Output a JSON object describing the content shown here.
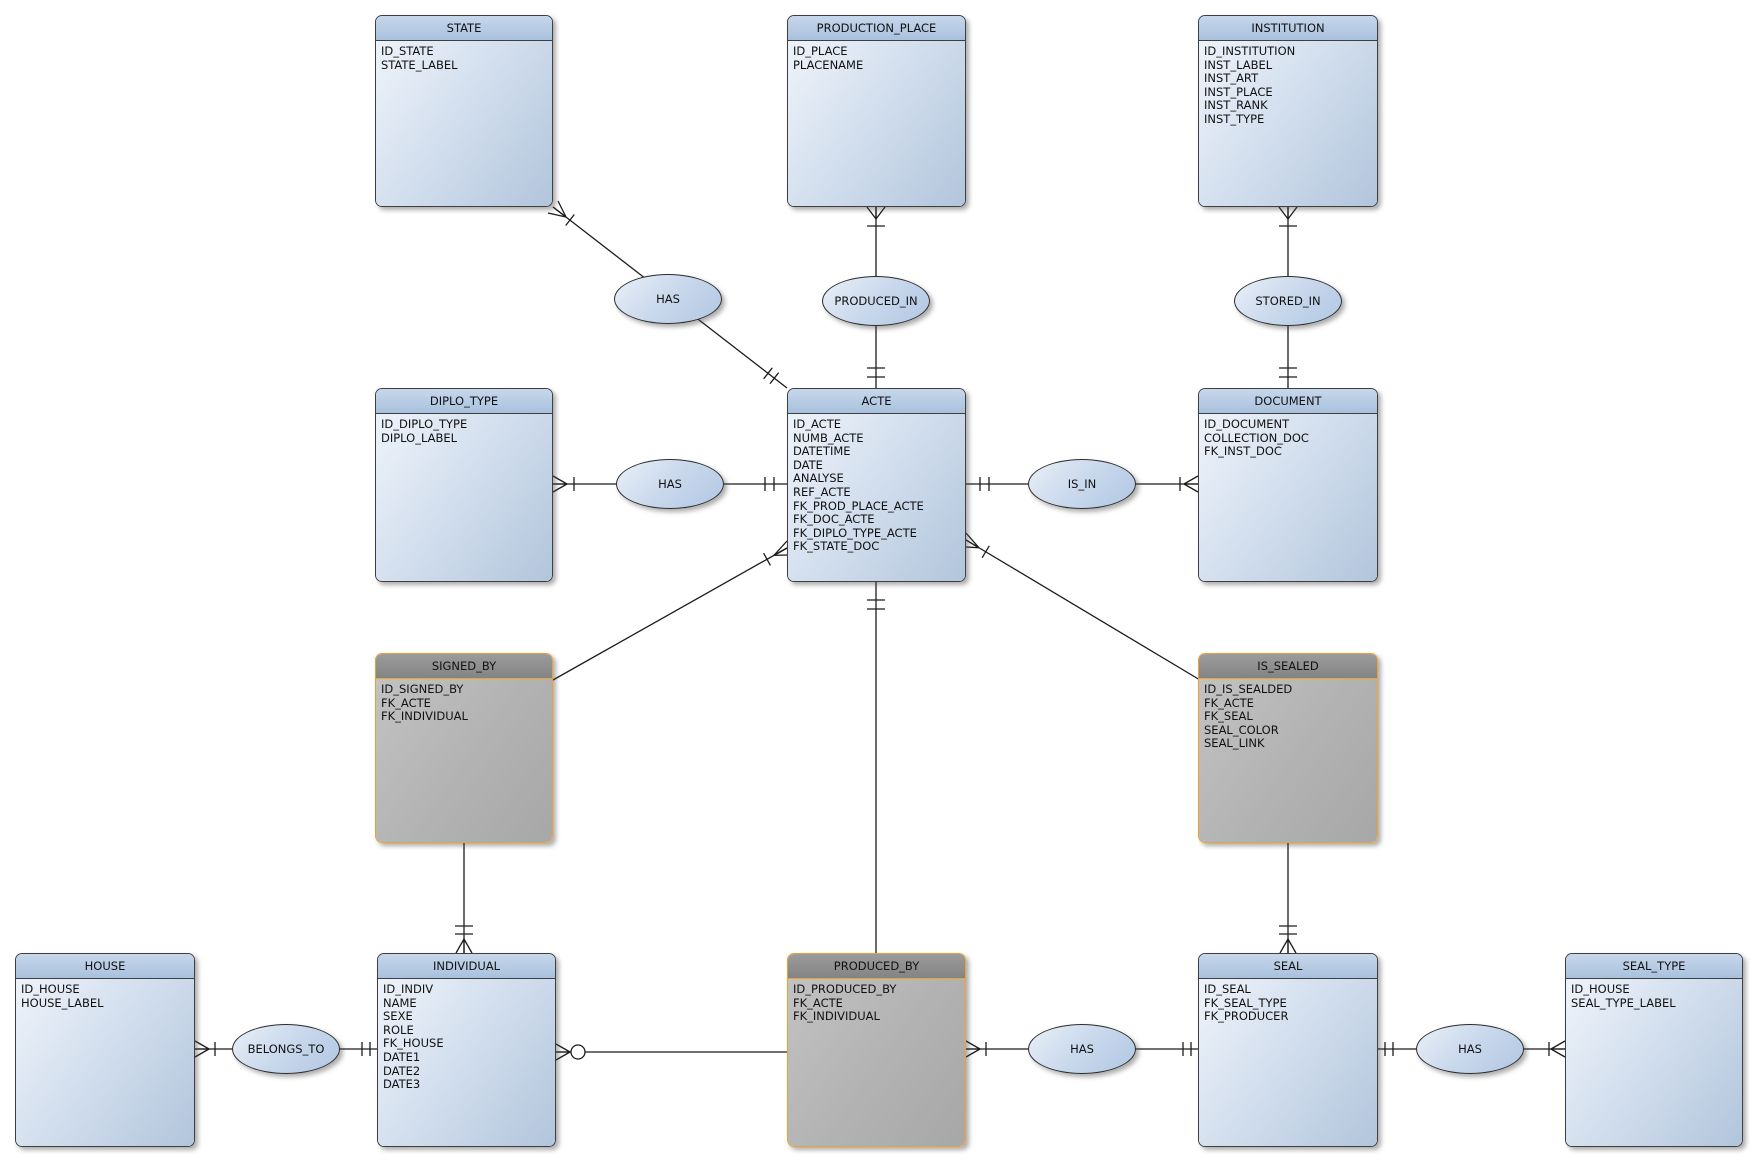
{
  "diagram": {
    "type": "entity-relationship",
    "colors": {
      "entity_header_blue": "#b9cde6",
      "entity_body_blue": "#d4e0ef",
      "entity_header_gray": "#8f8f8f",
      "entity_body_gray": "#b3b3b3",
      "associative_border_orange": "#f0a230",
      "connector_line": "#1c1c1c",
      "background": "#ffffff"
    },
    "entities": {
      "state": {
        "title": "STATE",
        "fields": [
          "ID_STATE",
          "STATE_LABEL"
        ]
      },
      "production_place": {
        "title": "PRODUCTION_PLACE",
        "fields": [
          "ID_PLACE",
          "PLACENAME"
        ]
      },
      "institution": {
        "title": "INSTITUTION",
        "fields": [
          "ID_INSTITUTION",
          "INST_LABEL",
          "INST_ART",
          "INST_PLACE",
          "INST_RANK",
          "INST_TYPE"
        ]
      },
      "diplo_type": {
        "title": "DIPLO_TYPE",
        "fields": [
          "ID_DIPLO_TYPE",
          "DIPLO_LABEL"
        ]
      },
      "acte": {
        "title": "ACTE",
        "fields": [
          "ID_ACTE",
          "NUMB_ACTE",
          "DATETIME",
          "DATE",
          "ANALYSE",
          "REF_ACTE",
          "FK_PROD_PLACE_ACTE",
          "FK_DOC_ACTE",
          "FK_DIPLO_TYPE_ACTE",
          "FK_STATE_DOC"
        ]
      },
      "document": {
        "title": "DOCUMENT",
        "fields": [
          "ID_DOCUMENT",
          "COLLECTION_DOC",
          "FK_INST_DOC"
        ]
      },
      "signed_by": {
        "title": "SIGNED_BY",
        "fields": [
          "ID_SIGNED_BY",
          "FK_ACTE",
          "FK_INDIVIDUAL"
        ]
      },
      "is_sealed": {
        "title": "IS_SEALED",
        "fields": [
          "ID_IS_SEALDED",
          "FK_ACTE",
          "FK_SEAL",
          "SEAL_COLOR",
          "SEAL_LINK"
        ]
      },
      "house": {
        "title": "HOUSE",
        "fields": [
          "ID_HOUSE",
          "HOUSE_LABEL"
        ]
      },
      "individual": {
        "title": "INDIVIDUAL",
        "fields": [
          "ID_INDIV",
          "NAME",
          "SEXE",
          "ROLE",
          "FK_HOUSE",
          "DATE1",
          "DATE2",
          "DATE3"
        ]
      },
      "produced_by": {
        "title": "PRODUCED_BY",
        "fields": [
          "ID_PRODUCED_BY",
          "FK_ACTE",
          "FK_INDIVIDUAL"
        ]
      },
      "seal": {
        "title": "SEAL",
        "fields": [
          "ID_SEAL",
          "FK_SEAL_TYPE",
          "FK_PRODUCER"
        ]
      },
      "seal_type": {
        "title": "SEAL_TYPE",
        "fields": [
          "ID_HOUSE",
          "SEAL_TYPE_LABEL"
        ]
      }
    },
    "relations": {
      "has_state_acte": {
        "label": "HAS"
      },
      "produced_in": {
        "label": "PRODUCED_IN"
      },
      "stored_in": {
        "label": "STORED_IN"
      },
      "has_diplo_acte": {
        "label": "HAS"
      },
      "is_in": {
        "label": "IS_IN"
      },
      "belongs_to": {
        "label": "BELONGS_TO"
      },
      "has_producedby_seal": {
        "label": "HAS"
      },
      "has_seal_sealtype": {
        "label": "HAS"
      }
    }
  }
}
